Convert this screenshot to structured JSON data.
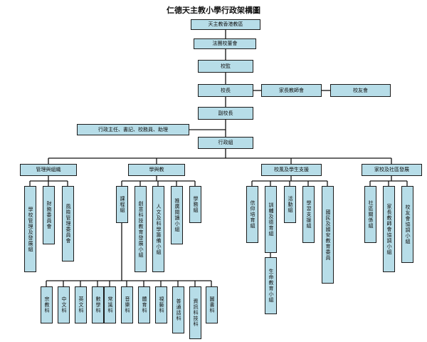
{
  "title": "仁德天主教小學行政架構圖",
  "top": [
    "天主教香港教區",
    "法團校董會",
    "校監"
  ],
  "row_principal": {
    "principal": "校長",
    "pta": "家長教師會",
    "alumni": "校友會"
  },
  "vice_principal": "副校長",
  "admin_staff": "行政主任、書記、校務員、助理",
  "admin_group": "行政組",
  "divisions": [
    {
      "name": "管理與組織",
      "groups": [
        "學校管理及發展組",
        "財務委員會",
        "風險管理委員會"
      ]
    },
    {
      "name": "學與教",
      "groups": [
        "課程組",
        "創意科技教育發展小組",
        "人文及科學籌備小組",
        "推廣閱讀小組",
        "學務組"
      ]
    },
    {
      "name": "校風及學生支援",
      "groups": [
        "信仰培育組",
        "訓輔及德育組",
        "活動組",
        "學習支援組",
        "國民及國安教育委員"
      ]
    },
    {
      "name": "家校及社區發展",
      "groups": [
        "社區關係組",
        "家長教師會協調小組",
        "校友會協調小組"
      ]
    }
  ],
  "sub_group": "生命教育小組",
  "subjects": [
    "宗教科",
    "中文科",
    "英文科",
    "數學科",
    "常識科",
    "音樂科",
    "體育科",
    "視藝科",
    "普通話科",
    "資訊科技科",
    "圖書科"
  ]
}
